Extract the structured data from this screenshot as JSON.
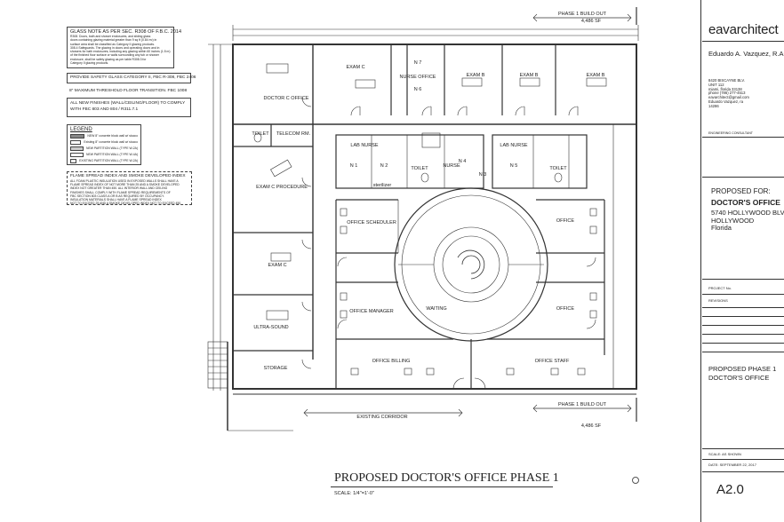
{
  "notes": {
    "glass_note_title": "GLASS NOTE AS PER SEC. R308 OF F.B.C. 2014",
    "glass_note_body": [
      "R308. Doors, bath and shower enclosures, and sliding glass",
      "doors containing glazing material greater than 9 sq ft (0.84 m²) in",
      "surface area shall be classified as Category II glazing products.",
      "308.4 Safeguards. The glazing in doors and operating doors and in",
      "showers for bath enclosures, including any glazing within 60 inches (1.5 m)",
      "of the finished floor surface or walls surrounding any tub or shower",
      "enclosure, shall be safety glazing as per table R308.3 for",
      "Category II glazing products."
    ],
    "safety_glass": "PROVIDE SAFETY GLASS CATEGORY II, FBC R-308, FBC 2406",
    "threshold": "8\" MAXIMUM THRESHOLD FLOOR TRANSITION. FBC 1008",
    "finishes": "ALL NEW FINISHES (WALL/CEILING/FLOOR) TO COMPLY WITH FBC 803 AND 804 / R311.7.1",
    "legend_title": "LEGEND",
    "legend_items": [
      "NEW 8\" concrete block wall w/ stucco",
      "Existing 8\" concrete block wall w/ stucco",
      "NEW PARTITION WALL (TYPE W-2A)",
      "NEW PARTITION WALL (TYPE W-4A)",
      "EXISTING PARTITION WALL (TYPE W-2A)"
    ],
    "flame_title": "FLAME SPREAD INDEX AND SMOKE DEVELOPED INDEX",
    "flame_body": [
      "ALL FOAM PLASTIC INSULATION USED IN EXPOSED WALLS SHALL HAVE A",
      "FLAME SPREAD INDEX OF NOT MORE THAN 25 AND A SMOKE DEVELOPED",
      "INDEX NOT GREATER THAN 450. ALL INTERIOR WALL AND CEILING",
      "FINISHES SHALL COMPLY WITH FLAME SPREAD REQUIREMENTS OF",
      "FBC SECTION 803 CLASS A OR B AS REQUIRED BY OCCUPANCY.",
      "INSULATION MATERIALS SHALL HAVE A FLAME SPREAD INDEX",
      "NOT TO EXCEED 25 AND A SMOKE DEVELOPED INDEX NOT TO EXCEED 450."
    ]
  },
  "plan": {
    "phase_build_out": "PHASE 1 BUILD OUT",
    "area": "4,486 SF",
    "corridor": "EXISTING CORRIDOR",
    "rooms": {
      "exam_c_top": "EXAM C",
      "nurse_office": "NURSE OFFICE",
      "n7": "N 7",
      "n6": "N 6",
      "exam_b1": "EXAM B",
      "exam_b2": "EXAM B",
      "exam_b3": "EXAM B",
      "doctor_office": "DOCTOR C OFFICE",
      "toilet_left": "TOILET",
      "telecom": "TELECOM RM.",
      "lab_nurse_left": "LAB NURSE",
      "n1": "N 1",
      "n2": "N 2",
      "toilet_center": "TOILET",
      "nurse_center": "NURSE",
      "n4": "N 4",
      "n3": "N 3",
      "lab_nurse_right": "LAB NURSE",
      "n5": "N 5",
      "toilet_right": "TOILET",
      "sterilizer": "sterilizer",
      "exam_c_procedure": "EXAM C PROCEDURE",
      "exam_c_mid": "EXAM C",
      "ultra_sound": "ULTRA-SOUND",
      "storage": "STORAGE",
      "office_scheduler": "OFFICE SCHEDULER",
      "office_right_top": "OFFICE",
      "office_manager": "OFFICE MANAGER",
      "waiting": "WAITING",
      "office_right_mid": "OFFICE",
      "office_billing": "OFFICE BILLING",
      "office_staff": "OFFICE STAFF"
    },
    "drawing_title": "PROPOSED  DOCTOR'S OFFICE PHASE 1",
    "scale": "SCALE: 1/4\"=1'-0\""
  },
  "title_block": {
    "firm": "eavarchitect",
    "architect": "Eduardo A. Vazquez, R.A.",
    "address": [
      "8420 BISCAYNE BLV.",
      "UNIT 112",
      "miami, florida 33138",
      "phone (786) 277-4513",
      "eavarchitect@gmail.com",
      "Eduardo Vazquez, ra",
      "14286"
    ],
    "consultant": "ENGINEERING CONSULTANT",
    "proposed_for": "PROPOSED  FOR:",
    "client": "DOCTOR'S OFFICE",
    "street": "5740 HOLLYWOOD BLVD",
    "city": "HOLLYWOOD",
    "state": "Florida",
    "project_no": "PROJECT No.",
    "revisions": "REVISIONS",
    "sheet_title": [
      "PROPOSED PHASE 1",
      "DOCTOR'S OFFICE"
    ],
    "scale": "SCALE: AS SHOWN",
    "date": "DATE: SEPTEMBER 22, 2017",
    "sheet_no": "A2.0"
  }
}
